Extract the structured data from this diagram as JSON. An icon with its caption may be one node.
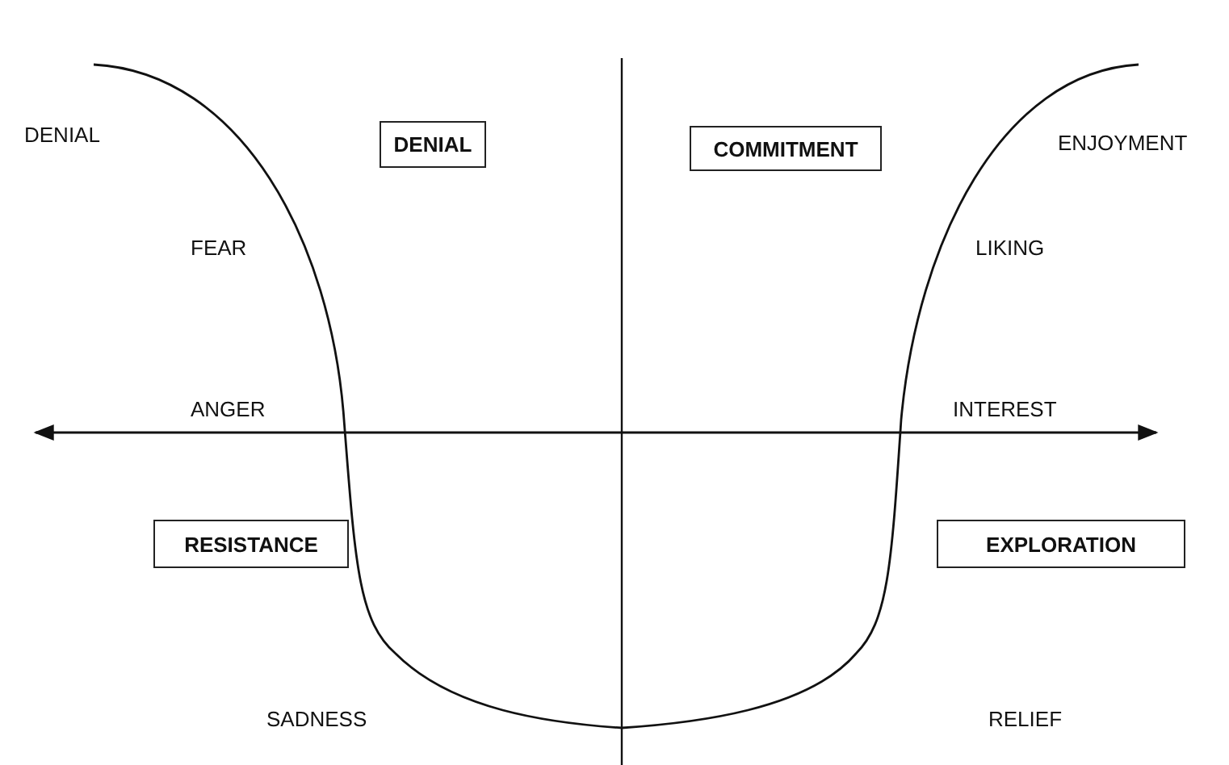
{
  "diagram": {
    "nodes": [
      {
        "text": [
          "DENIAL"
        ]
      },
      {
        "text": [
          "COMMITMENT"
        ]
      },
      {
        "text": [
          "RESISTANCE"
        ]
      },
      {
        "text": [
          "EXPLORATION"
        ]
      }
    ],
    "labels": [
      "DENIAL",
      "ENJOYMENT",
      "FEAR",
      "LIKING",
      "ANGER",
      "INTEREST",
      "SADNESS",
      "RELIEF"
    ]
  }
}
